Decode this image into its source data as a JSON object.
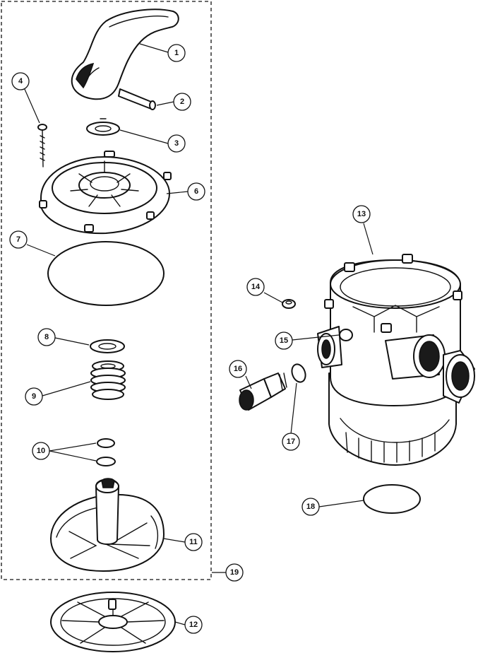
{
  "diagram": {
    "type": "exploded-parts-diagram",
    "callouts": [
      {
        "id": "1",
        "label": "1"
      },
      {
        "id": "2",
        "label": "2"
      },
      {
        "id": "3",
        "label": "3"
      },
      {
        "id": "4",
        "label": "4"
      },
      {
        "id": "6",
        "label": "6"
      },
      {
        "id": "7",
        "label": "7"
      },
      {
        "id": "8",
        "label": "8"
      },
      {
        "id": "9",
        "label": "9"
      },
      {
        "id": "10",
        "label": "10"
      },
      {
        "id": "11",
        "label": "11"
      },
      {
        "id": "12",
        "label": "12"
      },
      {
        "id": "13",
        "label": "13"
      },
      {
        "id": "14",
        "label": "14"
      },
      {
        "id": "15",
        "label": "15"
      },
      {
        "id": "16",
        "label": "16"
      },
      {
        "id": "17",
        "label": "17"
      },
      {
        "id": "18",
        "label": "18"
      },
      {
        "id": "19",
        "label": "19"
      }
    ]
  }
}
